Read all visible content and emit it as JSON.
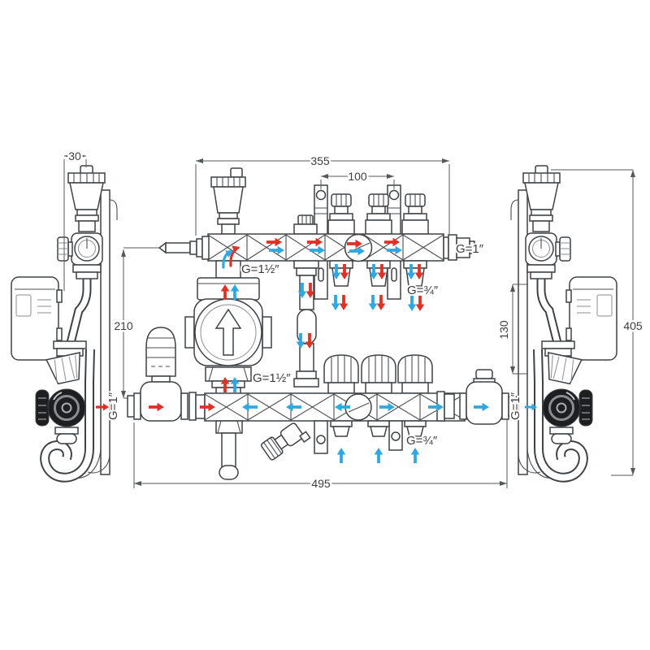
{
  "dimensions": {
    "d30": "30",
    "d355": "355",
    "d100": "100",
    "d210": "210",
    "d130": "130",
    "d405": "405",
    "d495": "495"
  },
  "ports": {
    "inlet": "G=1″",
    "outlet": "G=1″",
    "manifold_end": "G=1″",
    "pump_top": "G=1½″",
    "pump_bottom": "G=1½″",
    "loops_supply": "G=¾″",
    "loops_return": "G=¾″"
  },
  "colors": {
    "hot": "#e03127",
    "cold": "#2fa8e1"
  }
}
